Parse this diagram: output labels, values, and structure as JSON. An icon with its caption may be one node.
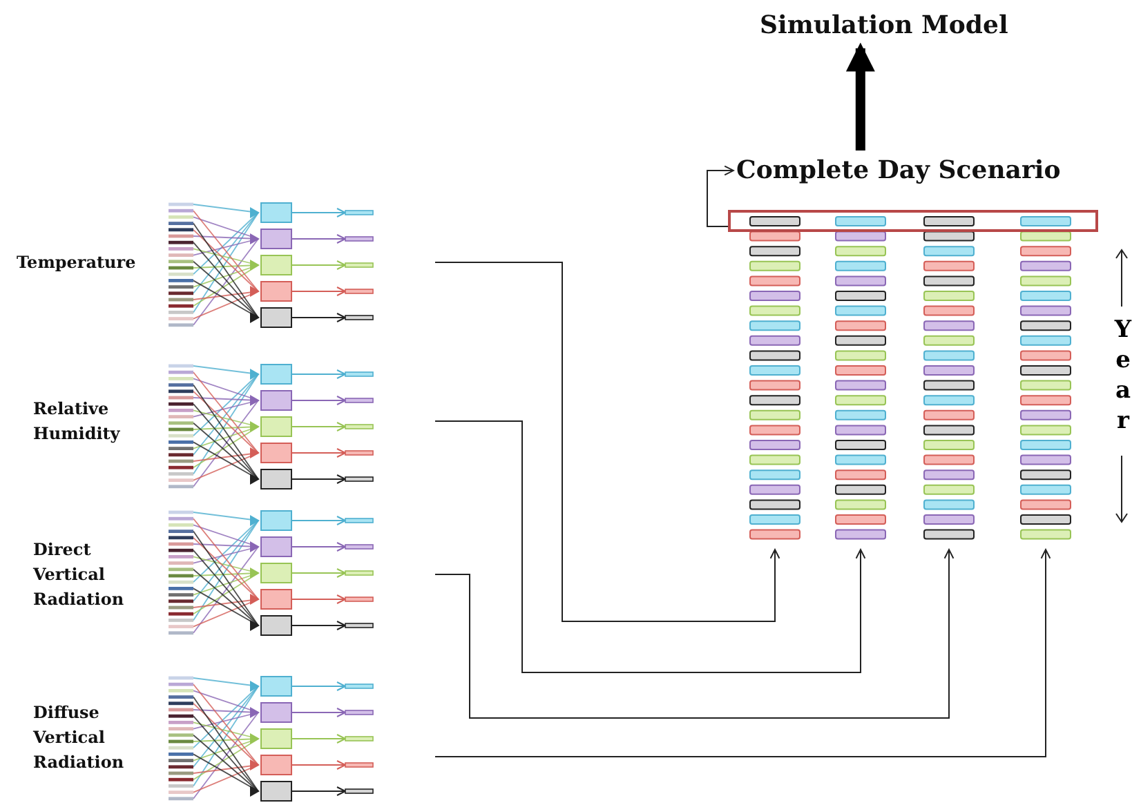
{
  "diagram": {
    "nodes": [
      {
        "text": [
          "Temperature"
        ]
      },
      {
        "text": [
          "Relative Humidity"
        ]
      },
      {
        "text": [
          "Direct Vertical Radiation"
        ]
      },
      {
        "text": [
          "Diffuse Vertical Radiation"
        ]
      },
      {
        "text": [],
        "shape": "bar"
      },
      {
        "text": [],
        "shape": "bar"
      },
      {
        "text": [],
        "shape": "bar"
      },
      {
        "text": [],
        "shape": "bar"
      },
      {
        "text": [],
        "shape": "box"
      },
      {
        "text": [
          "Complete Day Scenario"
        ]
      },
      {
        "text": [
          "Simulation Model"
        ]
      }
    ],
    "edges": [
      {
        "from": 0,
        "to": 4,
        "arrow": "to"
      },
      {
        "from": 1,
        "to": 5,
        "arrow": "to"
      },
      {
        "from": 2,
        "to": 6,
        "arrow": "to"
      },
      {
        "from": 3,
        "to": 7,
        "arrow": "to"
      },
      {
        "from": 8,
        "to": 9,
        "arrow": "to"
      },
      {
        "from": 9,
        "to": 10,
        "arrow": "to",
        "style": "thick"
      }
    ],
    "labels": [
      "Year"
    ]
  }
}
